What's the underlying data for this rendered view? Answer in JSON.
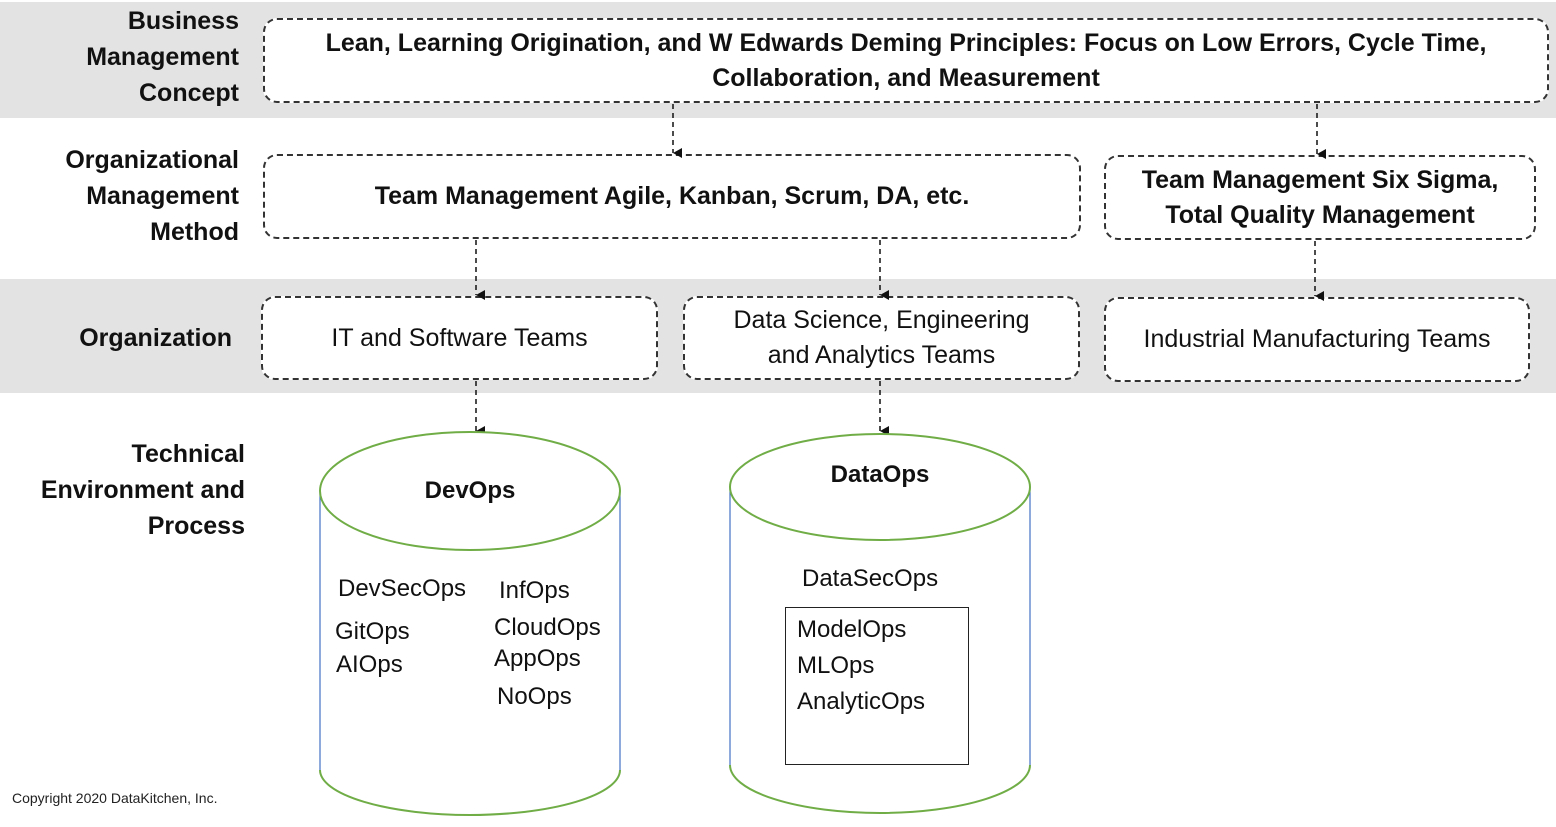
{
  "rows": {
    "business": "Business\nManagement\nConcept",
    "org_method": "Organizational\nManagement\nMethod",
    "organization": "Organization",
    "technical": "Technical\nEnvironment and\nProcess"
  },
  "boxes": {
    "concept": "Lean, Learning Origination, and W Edwards Deming Principles: Focus on Low Errors, Cycle Time, Collaboration, and Measurement",
    "agile": "Team Management Agile, Kanban, Scrum, DA, etc.",
    "six_sigma": "Team Management Six Sigma, Total Quality Management",
    "it_teams": "IT and Software Teams",
    "data_teams": "Data Science, Engineering and Analytics Teams",
    "industrial_teams": "Industrial Manufacturing Teams"
  },
  "devops": {
    "title": "DevOps",
    "items": [
      "DevSecOps",
      "InfOps",
      "GitOps",
      "CloudOps",
      "AIOps",
      "AppOps",
      "NoOps"
    ]
  },
  "dataops": {
    "title": "DataOps",
    "items": [
      "DataSecOps"
    ],
    "inner_items": [
      "ModelOps",
      "MLOps",
      "AnalyticOps"
    ]
  },
  "copyright": "Copyright 2020 DataKitchen, Inc.",
  "colors": {
    "band": "#e3e3e3",
    "cylinder_outline": "#70ad47",
    "cylinder_side": "#4472c4"
  }
}
